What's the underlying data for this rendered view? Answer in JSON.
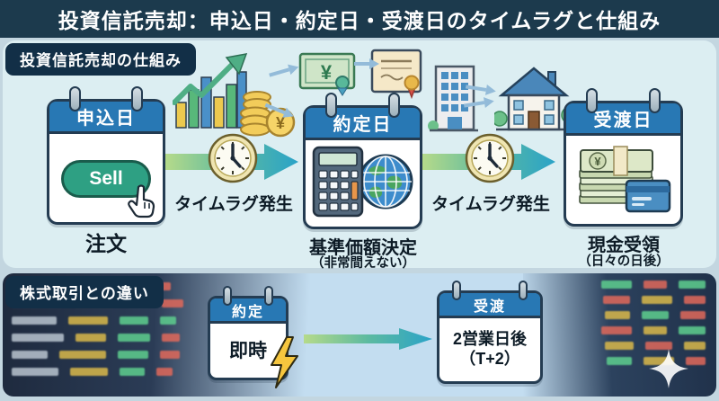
{
  "title": "投資信託売却：申込日・約定日・受渡日のタイムラグと仕組み",
  "main": {
    "badge": "投資信託売却の仕組み",
    "steps": [
      {
        "header": "申込日",
        "button": "Sell",
        "label": "注文"
      },
      {
        "header": "約定日",
        "label": "基準価額決定",
        "sublabel": "（非常間えない）"
      },
      {
        "header": "受渡日",
        "label": "現金受領",
        "sublabel": "（日々の日後）"
      }
    ],
    "timelag1": "タイムラグ発生",
    "timelag2": "タイムラグ発生"
  },
  "stock": {
    "badge": "株式取引との違い",
    "cards": [
      {
        "header": "約定",
        "line1": "即時"
      },
      {
        "header": "受渡",
        "line1": "2営業日後",
        "line2": "（T+2）"
      }
    ]
  },
  "icons": [
    "bar-chart-up",
    "coin-stack",
    "yen-banknote",
    "certificate",
    "office-building",
    "house",
    "clock",
    "hand-cursor",
    "calculator",
    "globe",
    "cash-stack",
    "bank-card",
    "lightning-bolt",
    "sparkle"
  ],
  "colors": {
    "title_bar": "#1c3a4d",
    "badge": "#122f47",
    "panel": "#dceef2",
    "calendar_header": "#2878b4",
    "sell_green": "#2ea083",
    "arrow_green": "#b5da8a",
    "arrow_teal": "#2aa3c8",
    "board_dark": "#22304a",
    "stock_panel": "#c3ddf0"
  }
}
